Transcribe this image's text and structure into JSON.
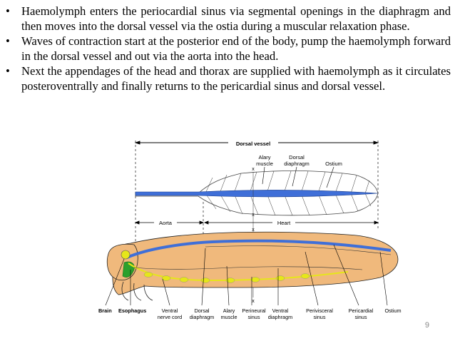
{
  "bullets": [
    "Haemolymph enters the periocardial sinus via segmental openings in the diaphragm and then moves into the dorsal vessel via the ostia during a muscular relaxation phase.",
    "Waves of contraction start at the posterior end of the body, pump the haemolymph forward in the dorsal vessel and out via the aorta into the head.",
    "Next the appendages of the head and thorax are supplied with haemolymph as it circulates posteroventrally and finally returns to the pericardial sinus and dorsal vessel."
  ],
  "bullet_symbol": "•",
  "figure": {
    "top_labels": {
      "dorsal_vessel": "Dorsal vessel",
      "alary_muscle_1": "Alary",
      "alary_muscle_2": "muscle",
      "dorsal_diaphragm_1": "Dorsal",
      "dorsal_diaphragm_2": "diaphragm",
      "ostium": "Ostium"
    },
    "section_labels": {
      "aorta": "Aorta",
      "heart": "Heart"
    },
    "x_marker": "x",
    "bottom_labels": {
      "brain": "Brain",
      "esophagus": "Esophagus",
      "ventral_nerve_cord_1": "Ventral",
      "ventral_nerve_cord_2": "nerve cord",
      "dorsal_diaphragm_1": "Dorsal",
      "dorsal_diaphragm_2": "diaphragm",
      "alary_muscle_1": "Alary",
      "alary_muscle_2": "muscle",
      "perineural_sinus_1": "Perineural",
      "perineural_sinus_2": "sinus",
      "ventral_diaphragm_1": "Ventral",
      "ventral_diaphragm_2": "diaphragm",
      "perivisceral_sinus_1": "Perivisceral",
      "perivisceral_sinus_2": "sinus",
      "pericardial_sinus_1": "Pericardial",
      "pericardial_sinus_2": "sinus",
      "ostium": "Ostium"
    },
    "colors": {
      "body": "#f0b97c",
      "vessel": "#3f6fd8",
      "nervous": "#e6e61a",
      "gut_green": "#2ca02c",
      "outline": "#222222"
    }
  },
  "page_number": "9"
}
